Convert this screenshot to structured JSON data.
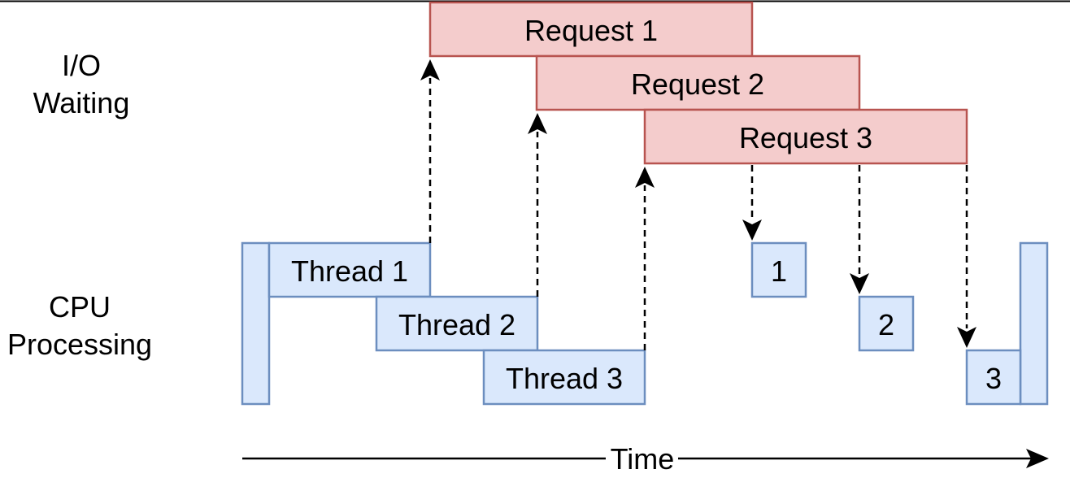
{
  "lanes": {
    "io_line1": "I/O",
    "io_line2": "Waiting",
    "cpu_line1": "CPU",
    "cpu_line2": "Processing"
  },
  "requests": [
    "Request 1",
    "Request 2",
    "Request 3"
  ],
  "threads": [
    "Thread 1",
    "Thread 2",
    "Thread 3"
  ],
  "completions": [
    "1",
    "2",
    "3"
  ],
  "time_label": "Time",
  "colors": {
    "request_fill": "#f4cccc",
    "request_stroke": "#b85450",
    "cpu_fill": "#dae8fc",
    "cpu_stroke": "#6c8ebf"
  }
}
